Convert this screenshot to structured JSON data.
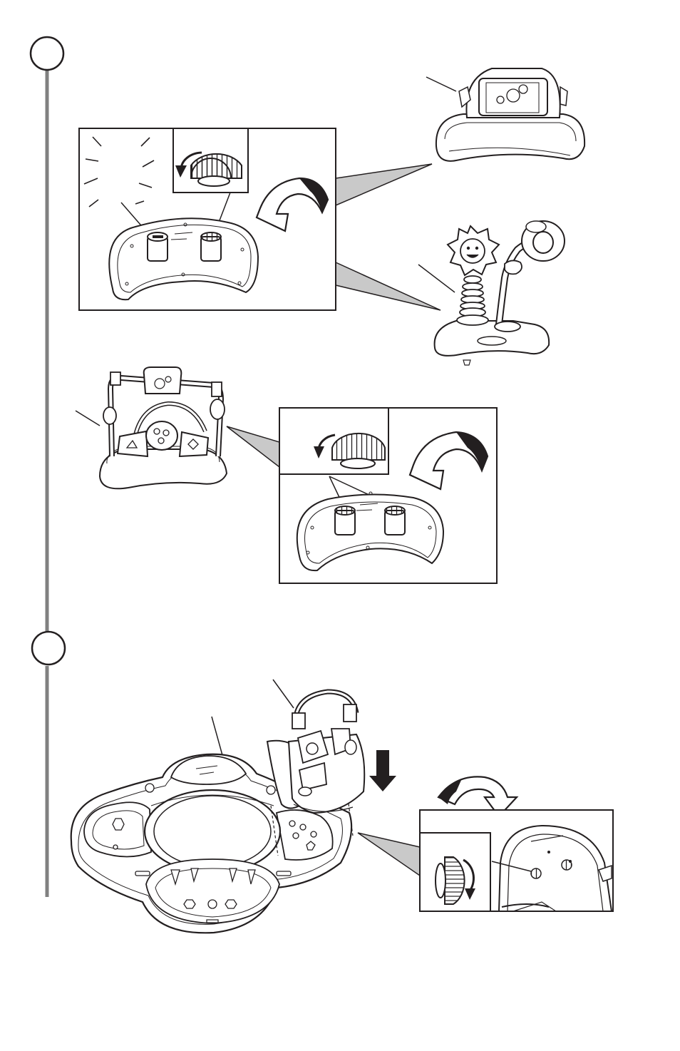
{
  "page": {
    "kind": "assembly-instructions-illustration",
    "colors": {
      "ink": "#231f20",
      "timeline": "#808080",
      "callout_fill": "#c9c9c9",
      "arrow_fill": "#231f20"
    }
  },
  "steps": [
    {
      "id": "step-1",
      "number": ""
    },
    {
      "id": "step-2",
      "number": ""
    }
  ],
  "icons": {
    "rotate_ccw": "rotate-counterclockwise-icon",
    "rotate_cw": "rotate-clockwise-icon",
    "flip": "flip-over-icon",
    "press_down": "down-arrow-icon"
  }
}
